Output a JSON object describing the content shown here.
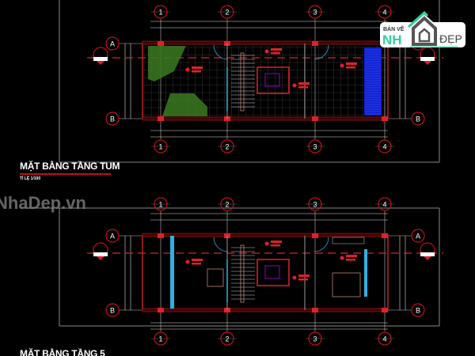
{
  "plans": [
    {
      "title": "MẶT BẰNG TẦNG TUM",
      "scale": "TỈ LỆ 1/100"
    },
    {
      "title": "MẶT BẰNG TẦNG 5",
      "scale": ""
    }
  ],
  "grid_columns": [
    "1",
    "2",
    "3",
    "4"
  ],
  "grid_rows": [
    "A",
    "B"
  ],
  "watermark": "NhaDep.vn",
  "logo": {
    "line1": "BẢN VẼ",
    "line2a": "NH",
    "line2b": "ĐẸP"
  },
  "colors": {
    "background": "#000000",
    "wall": "#e0202a",
    "grid": "#ffffff",
    "bubble": "#c0101a",
    "blue_block": "#1020d0",
    "green_hatch": "#3a7a20",
    "cyan": "#30b0e0"
  }
}
